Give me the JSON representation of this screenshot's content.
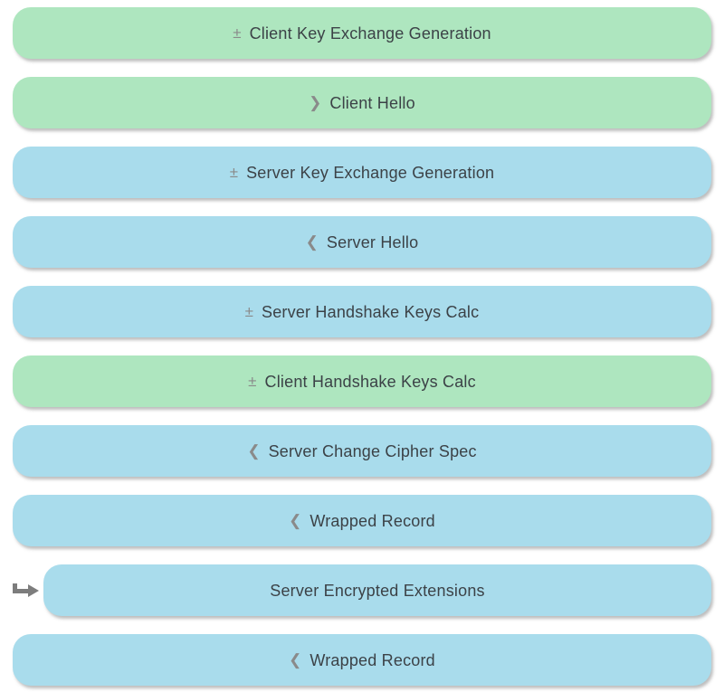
{
  "colors": {
    "background": "#ffffff",
    "client_record": "#aee6bf",
    "server_record": "#a9dcec",
    "label_text": "#3c4247",
    "icon_gray": "#8a8a8a",
    "pointer_arrow": "#7d7d7d"
  },
  "records": [
    {
      "label": "Client Key Exchange Generation",
      "side": "client",
      "icon": "plus-minus-icon",
      "glyph": "±",
      "pointer": false
    },
    {
      "label": "Client Hello",
      "side": "client",
      "icon": "chevron-right-icon",
      "glyph": "❯",
      "pointer": false
    },
    {
      "label": "Server Key Exchange Generation",
      "side": "server",
      "icon": "plus-minus-icon",
      "glyph": "±",
      "pointer": false
    },
    {
      "label": "Server Hello",
      "side": "server",
      "icon": "chevron-left-icon",
      "glyph": "❮",
      "pointer": false
    },
    {
      "label": "Server Handshake Keys Calc",
      "side": "server",
      "icon": "plus-minus-icon",
      "glyph": "±",
      "pointer": false
    },
    {
      "label": "Client Handshake Keys Calc",
      "side": "client",
      "icon": "plus-minus-icon",
      "glyph": "±",
      "pointer": false
    },
    {
      "label": "Server Change Cipher Spec",
      "side": "server",
      "icon": "chevron-left-icon",
      "glyph": "❮",
      "pointer": false
    },
    {
      "label": "Wrapped Record",
      "side": "server",
      "icon": "chevron-left-icon",
      "glyph": "❮",
      "pointer": false
    },
    {
      "label": "Server Encrypted Extensions",
      "side": "server",
      "icon": "none",
      "glyph": "",
      "pointer": true
    },
    {
      "label": "Wrapped Record",
      "side": "server",
      "icon": "chevron-left-icon",
      "glyph": "❮",
      "pointer": false
    }
  ]
}
